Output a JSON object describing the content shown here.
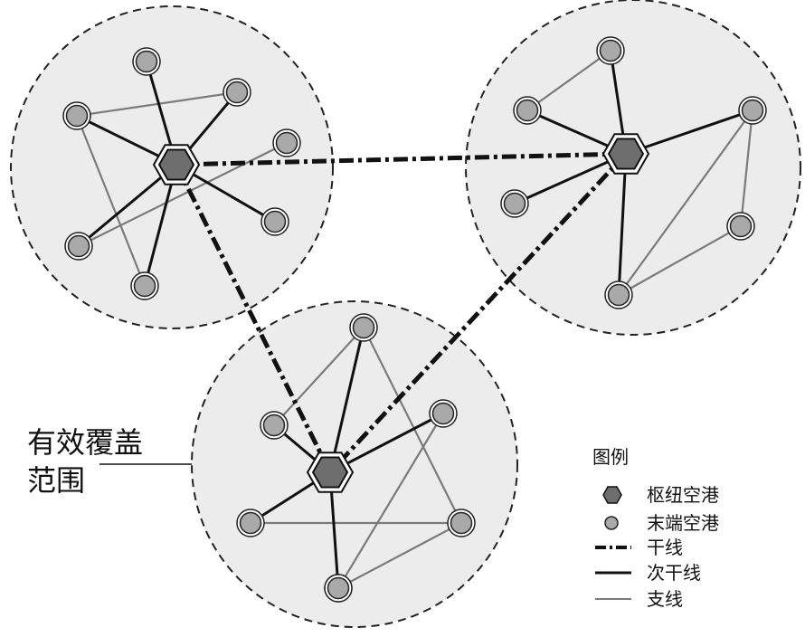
{
  "coverage_label": {
    "line1": "有效覆盖",
    "line2": "范围"
  },
  "legend": {
    "title": "图例",
    "items": [
      {
        "key": "hub",
        "label": "枢纽空港"
      },
      {
        "key": "spoke",
        "label": "末端空港"
      },
      {
        "key": "trunk",
        "label": "干线"
      },
      {
        "key": "secondary",
        "label": "次干线"
      },
      {
        "key": "branch",
        "label": "支线"
      }
    ]
  },
  "colors": {
    "circle_fill": "#ececec",
    "circle_stroke": "#222222",
    "hub_fill": "#6e6e6e",
    "spoke_fill": "#a9a9a9",
    "trunk": "#111111",
    "secondary": "#111111",
    "branch": "#7a7a7a"
  },
  "regions": [
    {
      "id": "left",
      "hub": "H1",
      "spokes": [
        "L1",
        "L2",
        "L3",
        "L4",
        "L5",
        "L6",
        "L7"
      ]
    },
    {
      "id": "right",
      "hub": "H2",
      "spokes": [
        "R1",
        "R2",
        "R3",
        "R4",
        "R5",
        "R6"
      ]
    },
    {
      "id": "bottom",
      "hub": "H3",
      "spokes": [
        "B1",
        "B2",
        "B3",
        "B4",
        "B5",
        "B6",
        "B7"
      ]
    }
  ],
  "edges": {
    "trunk": [
      [
        "H1",
        "H2"
      ],
      [
        "H1",
        "H3"
      ],
      [
        "H2",
        "H3"
      ]
    ],
    "secondary": [
      [
        "H1",
        "L1"
      ],
      [
        "H1",
        "L2"
      ],
      [
        "H1",
        "L3"
      ],
      [
        "H1",
        "L5"
      ],
      [
        "H1",
        "L6"
      ],
      [
        "H1",
        "L7"
      ],
      [
        "H2",
        "R1"
      ],
      [
        "H2",
        "R2"
      ],
      [
        "H2",
        "R3"
      ],
      [
        "H2",
        "R4"
      ],
      [
        "H2",
        "R6"
      ],
      [
        "H3",
        "B1"
      ],
      [
        "H3",
        "B2"
      ],
      [
        "H3",
        "B3"
      ],
      [
        "H3",
        "B4"
      ],
      [
        "H3",
        "B6"
      ]
    ],
    "branch": [
      [
        "L2",
        "L3"
      ],
      [
        "L2",
        "L7"
      ],
      [
        "L4",
        "L6"
      ],
      [
        "R1",
        "R2"
      ],
      [
        "R3",
        "R6"
      ],
      [
        "R3",
        "R5"
      ],
      [
        "R5",
        "R6"
      ],
      [
        "B2",
        "B1"
      ],
      [
        "B1",
        "B5"
      ],
      [
        "B3",
        "B6"
      ],
      [
        "B4",
        "B5"
      ],
      [
        "B5",
        "B7"
      ]
    ]
  }
}
